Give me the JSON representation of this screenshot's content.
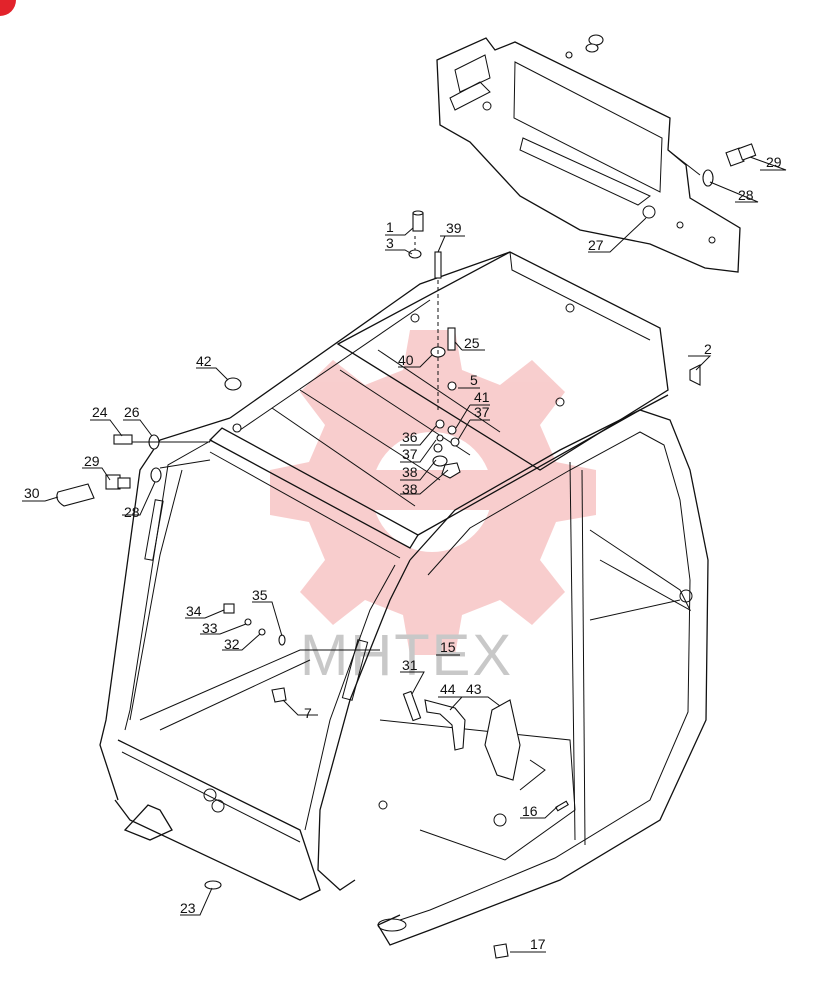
{
  "watermark": {
    "text": "MHTEX",
    "color": "#f0a0a0"
  },
  "corner_mark": {
    "color": "#e2232b"
  },
  "callouts": [
    {
      "id": "c1",
      "text": "1"
    },
    {
      "id": "c3",
      "text": "3"
    },
    {
      "id": "c39",
      "text": "39"
    },
    {
      "id": "c25",
      "text": "25"
    },
    {
      "id": "c40",
      "text": "40"
    },
    {
      "id": "c5",
      "text": "5"
    },
    {
      "id": "c41",
      "text": "41"
    },
    {
      "id": "c37a",
      "text": "37"
    },
    {
      "id": "c36",
      "text": "36"
    },
    {
      "id": "c37b",
      "text": "37"
    },
    {
      "id": "c38a",
      "text": "38"
    },
    {
      "id": "c38b",
      "text": "38"
    },
    {
      "id": "c42",
      "text": "42"
    },
    {
      "id": "c24",
      "text": "24"
    },
    {
      "id": "c26",
      "text": "26"
    },
    {
      "id": "c29a",
      "text": "29"
    },
    {
      "id": "c28a",
      "text": "28"
    },
    {
      "id": "c30",
      "text": "30"
    },
    {
      "id": "c2",
      "text": "2"
    },
    {
      "id": "c29b",
      "text": "29"
    },
    {
      "id": "c28b",
      "text": "28"
    },
    {
      "id": "c27",
      "text": "27"
    },
    {
      "id": "c34",
      "text": "34"
    },
    {
      "id": "c35",
      "text": "35"
    },
    {
      "id": "c33",
      "text": "33"
    },
    {
      "id": "c32",
      "text": "32"
    },
    {
      "id": "c15",
      "text": "15"
    },
    {
      "id": "c31",
      "text": "31"
    },
    {
      "id": "c44",
      "text": "44"
    },
    {
      "id": "c43",
      "text": "43"
    },
    {
      "id": "c7",
      "text": "7"
    },
    {
      "id": "c16",
      "text": "16"
    },
    {
      "id": "c23",
      "text": "23"
    },
    {
      "id": "c17",
      "text": "17"
    }
  ]
}
